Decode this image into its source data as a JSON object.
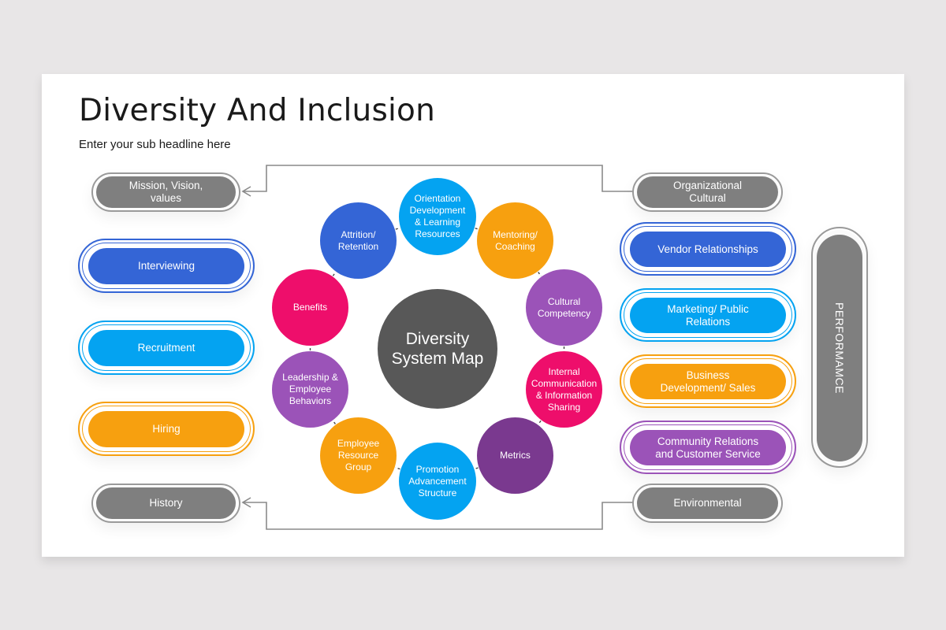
{
  "header": {
    "title": "Diversity And Inclusion",
    "subtitle": "Enter your sub headline here"
  },
  "colors": {
    "gray": "#7f7f7f",
    "dark_blue": "#3465d6",
    "light_blue": "#04a3f1",
    "orange": "#f7a00f",
    "purple": "#9b53b8",
    "pink": "#ee0e6b",
    "dark_purple": "#7a398f",
    "center": "#585858"
  },
  "left_column": [
    {
      "label": "Mission, Vision,\nvalues",
      "style": "gray"
    },
    {
      "label": "Interviewing",
      "color": "#3465d6"
    },
    {
      "label": "Recruitment",
      "color": "#04a3f1"
    },
    {
      "label": "Hiring",
      "color": "#f7a00f"
    },
    {
      "label": "History",
      "style": "gray"
    }
  ],
  "right_column": [
    {
      "label": "Organizational\nCultural",
      "style": "gray"
    },
    {
      "label": "Vendor Relationships",
      "color": "#3465d6"
    },
    {
      "label": "Marketing/ Public\nRelations",
      "color": "#04a3f1"
    },
    {
      "label": "Business\nDevelopment/ Sales",
      "color": "#f7a00f"
    },
    {
      "label": "Community Relations\nand Customer Service",
      "color": "#9b53b8"
    },
    {
      "label": "Environmental",
      "style": "gray"
    }
  ],
  "performance": {
    "label": "PERFORMAMCE"
  },
  "center": {
    "label": "Diversity\nSystem Map"
  },
  "ring": [
    {
      "label": "Orientation\nDevelopment\n& Learning\nResources",
      "color": "#04a3f1"
    },
    {
      "label": "Mentoring/\nCoaching",
      "color": "#f7a00f"
    },
    {
      "label": "Cultural\nCompetency",
      "color": "#9b53b8"
    },
    {
      "label": "Internal\nCommunication\n& Information\nSharing",
      "color": "#ee0e6b"
    },
    {
      "label": "Metrics",
      "color": "#7a398f"
    },
    {
      "label": "Promotion\nAdvancement\nStructure",
      "color": "#04a3f1"
    },
    {
      "label": "Employee\nResource\nGroup",
      "color": "#f7a00f"
    },
    {
      "label": "Leadership &\nEmployee\nBehaviors",
      "color": "#9b53b8"
    },
    {
      "label": "Benefits",
      "color": "#ee0e6b"
    },
    {
      "label": "Attrition/\nRetention",
      "color": "#3465d6"
    }
  ]
}
